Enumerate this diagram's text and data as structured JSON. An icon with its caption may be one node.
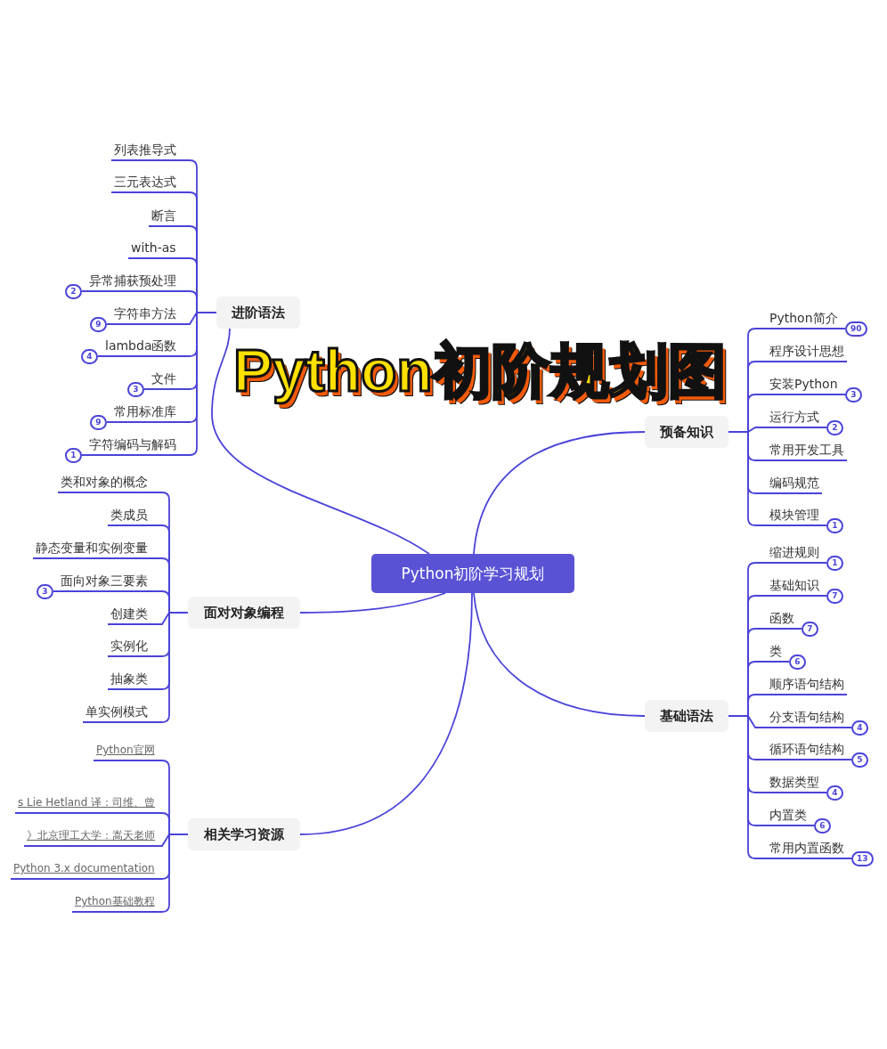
{
  "diagram": {
    "title": "Python初阶规划图",
    "nodes": [
      {
        "text": [
          "Python初阶学习规划"
        ]
      },
      {
        "text": [
          "进阶语法"
        ]
      },
      {
        "text": [
          "列表推导式"
        ]
      },
      {
        "text": [
          "三元表达式"
        ]
      },
      {
        "text": [
          "断言"
        ]
      },
      {
        "text": [
          "with-as"
        ]
      },
      {
        "text": [
          "异常捕获预处理"
        ],
        "beside": [
          "2"
        ]
      },
      {
        "text": [
          "字符串方法"
        ],
        "beside": [
          "9"
        ]
      },
      {
        "text": [
          "lambda函数"
        ],
        "beside": [
          "4"
        ]
      },
      {
        "text": [
          "文件"
        ],
        "beside": [
          "3"
        ]
      },
      {
        "text": [
          "常用标准库"
        ],
        "beside": [
          "9"
        ]
      },
      {
        "text": [
          "字符编码与解码"
        ],
        "beside": [
          "1"
        ]
      },
      {
        "text": [
          "面对对象编程"
        ]
      },
      {
        "text": [
          "类和对象的概念"
        ]
      },
      {
        "text": [
          "类成员"
        ]
      },
      {
        "text": [
          "静态变量和实例变量"
        ]
      },
      {
        "text": [
          "面向对象三要素"
        ],
        "beside": [
          "3"
        ]
      },
      {
        "text": [
          "创建类"
        ]
      },
      {
        "text": [
          "实例化"
        ]
      },
      {
        "text": [
          "抽象类"
        ]
      },
      {
        "text": [
          "单实例模式"
        ]
      },
      {
        "text": [
          "相关学习资源"
        ]
      },
      {
        "text": [
          "Python官网"
        ]
      },
      {
        "text": [
          "s Lie Hetland 译：司维、曾"
        ]
      },
      {
        "text": [
          "》北京理工大学：嵩天老师"
        ]
      },
      {
        "text": [
          "Python 3.x documentation"
        ]
      },
      {
        "text": [
          "Python基础教程"
        ]
      },
      {
        "text": [
          "预备知识"
        ]
      },
      {
        "text": [
          "Python简介"
        ],
        "beside": [
          "90"
        ]
      },
      {
        "text": [
          "程序设计思想"
        ]
      },
      {
        "text": [
          "安装Python"
        ],
        "beside": [
          "3"
        ]
      },
      {
        "text": [
          "运行方式"
        ],
        "beside": [
          "2"
        ]
      },
      {
        "text": [
          "常用开发工具"
        ]
      },
      {
        "text": [
          "编码规范"
        ]
      },
      {
        "text": [
          "模块管理"
        ],
        "beside": [
          "1"
        ]
      },
      {
        "text": [
          "基础语法"
        ]
      },
      {
        "text": [
          "缩进规则"
        ],
        "beside": [
          "1"
        ]
      },
      {
        "text": [
          "基础知识"
        ],
        "beside": [
          "7"
        ]
      },
      {
        "text": [
          "函数"
        ],
        "beside": [
          "7"
        ]
      },
      {
        "text": [
          "类"
        ],
        "beside": [
          "6"
        ]
      },
      {
        "text": [
          "顺序语句结构"
        ]
      },
      {
        "text": [
          "分支语句结构"
        ],
        "beside": [
          "4"
        ]
      },
      {
        "text": [
          "循环语句结构"
        ],
        "beside": [
          "5"
        ]
      },
      {
        "text": [
          "数据类型"
        ],
        "beside": [
          "4"
        ]
      },
      {
        "text": [
          "内置类"
        ],
        "beside": [
          "6"
        ]
      },
      {
        "text": [
          "常用内置函数"
        ],
        "beside": [
          "13"
        ]
      }
    ],
    "edges": [
      {
        "from": 0,
        "to": 1,
        "arrow": "none"
      },
      {
        "from": 0,
        "to": 12,
        "arrow": "none"
      },
      {
        "from": 0,
        "to": 21,
        "arrow": "none"
      },
      {
        "from": 0,
        "to": 27,
        "arrow": "none"
      },
      {
        "from": 0,
        "to": 35,
        "arrow": "none"
      },
      {
        "from": 1,
        "to": 2,
        "arrow": "none"
      },
      {
        "from": 1,
        "to": 3,
        "arrow": "none"
      },
      {
        "from": 1,
        "to": 4,
        "arrow": "none"
      },
      {
        "from": 1,
        "to": 5,
        "arrow": "none"
      },
      {
        "from": 1,
        "to": 6,
        "arrow": "none"
      },
      {
        "from": 1,
        "to": 7,
        "arrow": "none"
      },
      {
        "from": 1,
        "to": 8,
        "arrow": "none"
      },
      {
        "from": 1,
        "to": 9,
        "arrow": "none"
      },
      {
        "from": 1,
        "to": 10,
        "arrow": "none"
      },
      {
        "from": 1,
        "to": 11,
        "arrow": "none"
      },
      {
        "from": 12,
        "to": 13,
        "arrow": "none"
      },
      {
        "from": 12,
        "to": 14,
        "arrow": "none"
      },
      {
        "from": 12,
        "to": 15,
        "arrow": "none"
      },
      {
        "from": 12,
        "to": 16,
        "arrow": "none"
      },
      {
        "from": 12,
        "to": 17,
        "arrow": "none"
      },
      {
        "from": 12,
        "to": 18,
        "arrow": "none"
      },
      {
        "from": 12,
        "to": 19,
        "arrow": "none"
      },
      {
        "from": 12,
        "to": 20,
        "arrow": "none"
      },
      {
        "from": 21,
        "to": 22,
        "arrow": "none"
      },
      {
        "from": 21,
        "to": 23,
        "arrow": "none"
      },
      {
        "from": 21,
        "to": 24,
        "arrow": "none"
      },
      {
        "from": 21,
        "to": 25,
        "arrow": "none"
      },
      {
        "from": 21,
        "to": 26,
        "arrow": "none"
      },
      {
        "from": 27,
        "to": 28,
        "arrow": "none"
      },
      {
        "from": 27,
        "to": 29,
        "arrow": "none"
      },
      {
        "from": 27,
        "to": 30,
        "arrow": "none"
      },
      {
        "from": 27,
        "to": 31,
        "arrow": "none"
      },
      {
        "from": 27,
        "to": 32,
        "arrow": "none"
      },
      {
        "from": 27,
        "to": 33,
        "arrow": "none"
      },
      {
        "from": 27,
        "to": 34,
        "arrow": "none"
      },
      {
        "from": 35,
        "to": 36,
        "arrow": "none"
      },
      {
        "from": 35,
        "to": 37,
        "arrow": "none"
      },
      {
        "from": 35,
        "to": 38,
        "arrow": "none"
      },
      {
        "from": 35,
        "to": 39,
        "arrow": "none"
      },
      {
        "from": 35,
        "to": 40,
        "arrow": "none"
      },
      {
        "from": 35,
        "to": 41,
        "arrow": "none"
      },
      {
        "from": 35,
        "to": 42,
        "arrow": "none"
      },
      {
        "from": 35,
        "to": 43,
        "arrow": "none"
      },
      {
        "from": 35,
        "to": 44,
        "arrow": "none"
      },
      {
        "from": 35,
        "to": 45,
        "arrow": "none"
      }
    ]
  }
}
